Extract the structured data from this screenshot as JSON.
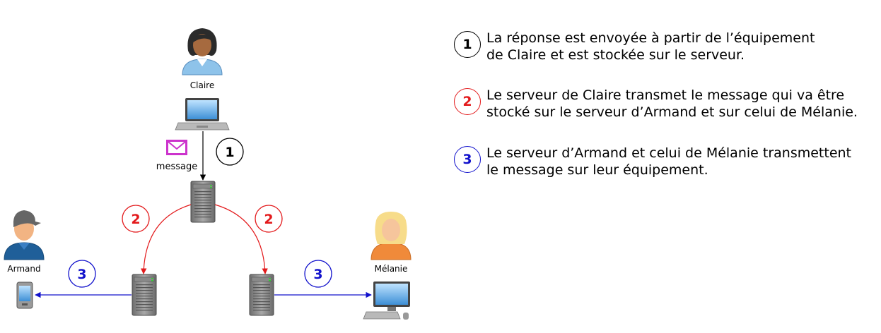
{
  "colors": {
    "black": "#000000",
    "red": "#e31a1c",
    "blue": "#1111cc",
    "mail": "#cc33cc"
  },
  "people": {
    "claire": "Claire",
    "armand": "Armand",
    "melanie": "Mélanie"
  },
  "message_label": "message",
  "steps": [
    {
      "number": "1",
      "color": "#000000",
      "lines": [
        "La réponse est envoyée à partir de l’équipement",
        "de Claire et est stockée sur le serveur."
      ]
    },
    {
      "number": "2",
      "color": "#e31a1c",
      "lines": [
        "Le serveur de Claire transmet le message qui va être",
        "stocké sur le serveur d’Armand et sur celui de Mélanie."
      ]
    },
    {
      "number": "3",
      "color": "#1111cc",
      "lines": [
        "Le serveur d’Armand et celui de Mélanie transmettent",
        "le message sur leur équipement."
      ]
    }
  ]
}
